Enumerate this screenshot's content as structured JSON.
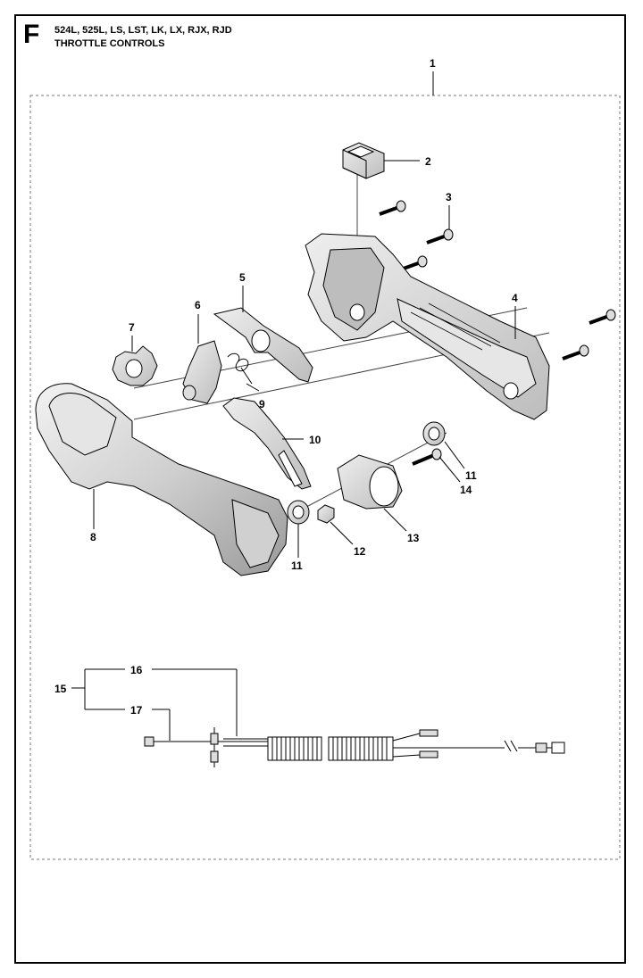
{
  "header": {
    "section": "F",
    "models": "524L, 525L, LS, LST, LK, LX, RJX, RJD",
    "title": "THROTTLE CONTROLS"
  },
  "callouts": {
    "c1": "1",
    "c2": "2",
    "c3": "3",
    "c4": "4",
    "c5": "5",
    "c6": "6",
    "c7": "7",
    "c8": "8",
    "c9": "9",
    "c10": "10",
    "c11a": "11",
    "c11b": "11",
    "c12": "12",
    "c13": "13",
    "c14": "14",
    "c15": "15",
    "c16": "16",
    "c17": "17"
  }
}
